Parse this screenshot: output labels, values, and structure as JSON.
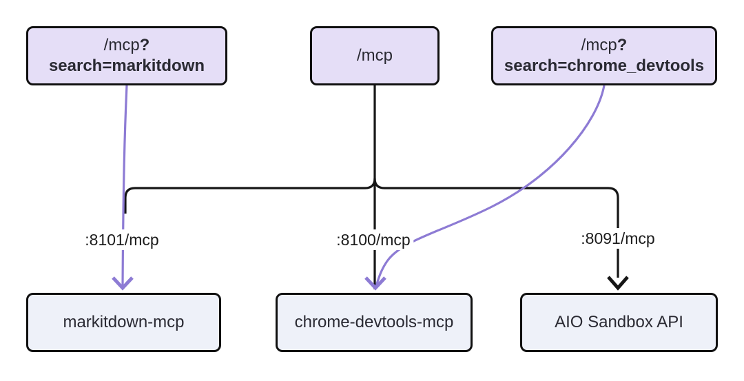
{
  "diagram": {
    "background": "#ffffff",
    "colors": {
      "edge_black": "#161616",
      "edge_purple": "#8d7bd4",
      "node_top_fill": "#e5def7",
      "node_bottom_fill": "#eef1f9",
      "node_border": "#101010",
      "node_text": "#2a2a33",
      "label_text": "#1c1c1c",
      "label_bg": "#ffffff"
    },
    "top_nodes": [
      {
        "line1": "/mcp",
        "suffix": "?",
        "line2": "search=markitdown"
      },
      {
        "line1": "/mcp",
        "suffix": "",
        "line2": ""
      },
      {
        "line1": "/mcp",
        "suffix": "?",
        "line2": "search=chrome_devtools"
      }
    ],
    "bottom_nodes": [
      {
        "label": "markitdown-mcp"
      },
      {
        "label": "chrome-devtools-mcp"
      },
      {
        "label": "AIO Sandbox API"
      }
    ],
    "edge_labels": [
      {
        "text": ":8101/mcp"
      },
      {
        "text": ":8100/mcp"
      },
      {
        "text": ":8091/mcp"
      }
    ]
  }
}
